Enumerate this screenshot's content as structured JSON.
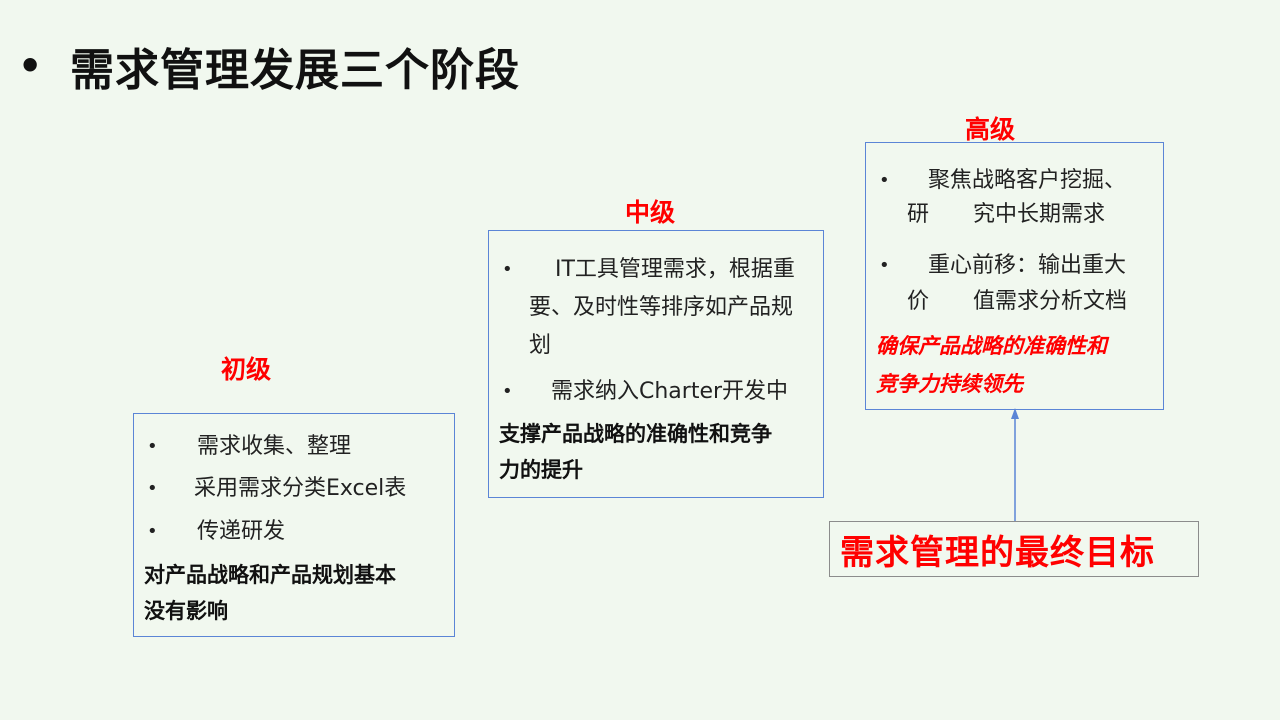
{
  "title": {
    "bullet": "•",
    "text": "需求管理发展三个阶段"
  },
  "levels": {
    "beginner": {
      "label": "初级",
      "bullets": [
        "需求收集、整理",
        "采用需求分类Excel表",
        "传递研发"
      ],
      "summary_line1": "对产品战略和产品规划基本",
      "summary_line2": "没有影响"
    },
    "intermediate": {
      "label": "中级",
      "bullet1_line1": "IT工具管理需求，根据重",
      "bullet1_line2": "要、及时性等排序如产品规",
      "bullet1_line3": "划",
      "bullet2": "需求纳入Charter开发中",
      "summary_line1": "支撑产品战略的准确性和竞争",
      "summary_line2": "力的提升"
    },
    "advanced": {
      "label": "高级",
      "bullet1_line1": "聚焦战略客户挖掘、",
      "bullet1_line2": "研　　究中长期需求",
      "bullet2_line1": "重心前移：输出重大",
      "bullet2_line2": "价　　值需求分析文档",
      "summary_line1": "确保产品战略的准确性和",
      "summary_line2": "竞争力持续领先"
    }
  },
  "goal": {
    "text": "需求管理的最终目标"
  },
  "colors": {
    "background": "#f1f8ef",
    "box_border": "#5b85d6",
    "label_red": "#ff0000",
    "goal_border": "#8c8c8c",
    "arrow": "#5b85d6"
  }
}
